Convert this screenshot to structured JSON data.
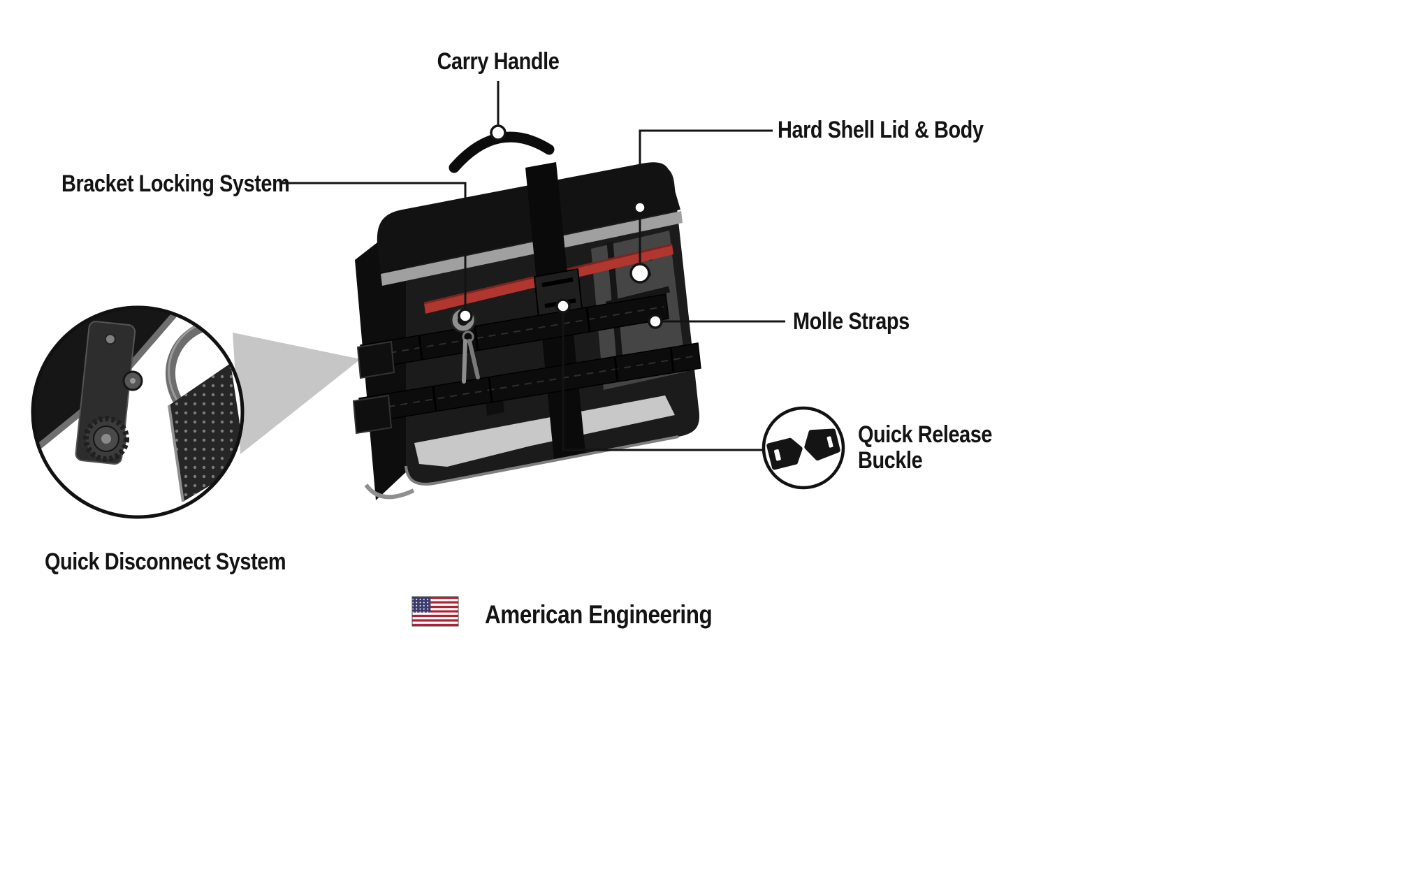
{
  "callouts": {
    "carry_handle": "Carry Handle",
    "hard_shell_lid_body": "Hard Shell Lid & Body",
    "bracket_locking_system": "Bracket Locking System",
    "molle_straps": "Molle Straps",
    "quick_release_buckle_line1": "Quick Release",
    "quick_release_buckle_line2": "Buckle",
    "quick_disconnect_system": "Quick Disconnect System"
  },
  "footer": {
    "flag_icon": "us-flag-icon",
    "text": "American Engineering"
  },
  "colors": {
    "text": "#131313",
    "callout_line": "#131313",
    "bag_black": "#141414",
    "lid_piping_gray": "#a0a0a0",
    "accent_red": "#b23630",
    "sheen_gray": "#c8c8c8",
    "flag_red": "#b22234",
    "flag_blue": "#3c3b6e"
  }
}
